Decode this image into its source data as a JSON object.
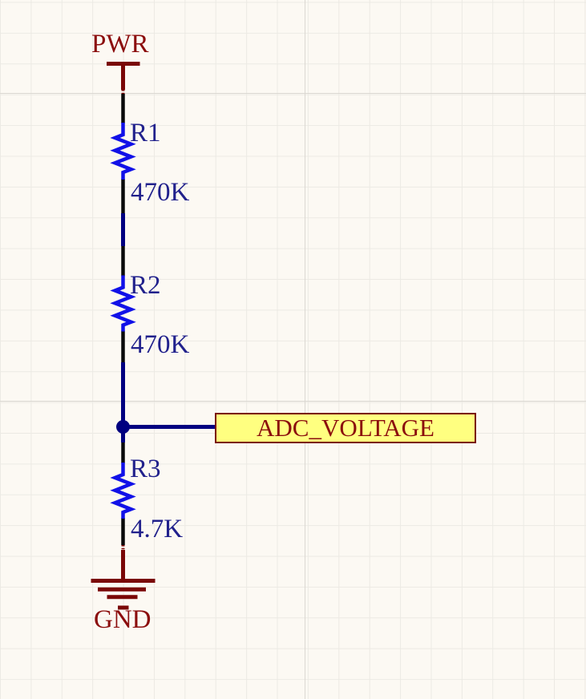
{
  "schematic": {
    "power_port": {
      "name": "PWR"
    },
    "ground_port": {
      "name": "GND"
    },
    "net_label": {
      "text": "ADC_VOLTAGE"
    },
    "resistors": [
      {
        "designator": "R1",
        "value": "470K"
      },
      {
        "designator": "R2",
        "value": "470K"
      },
      {
        "designator": "R3",
        "value": "4.7K"
      }
    ]
  },
  "colors": {
    "background": "#FCF9F3",
    "grid_minor": "#ECEAE4",
    "grid_major": "#DBD8D2",
    "wire": "#000080",
    "pin": "#0A0A0A",
    "resistor_symbol": "#1111E8",
    "designator_text": "#21218C",
    "dark_red": "#7A0707",
    "dark_red_text": "#8B0D0D",
    "net_label_fill": "#FFFF80"
  }
}
